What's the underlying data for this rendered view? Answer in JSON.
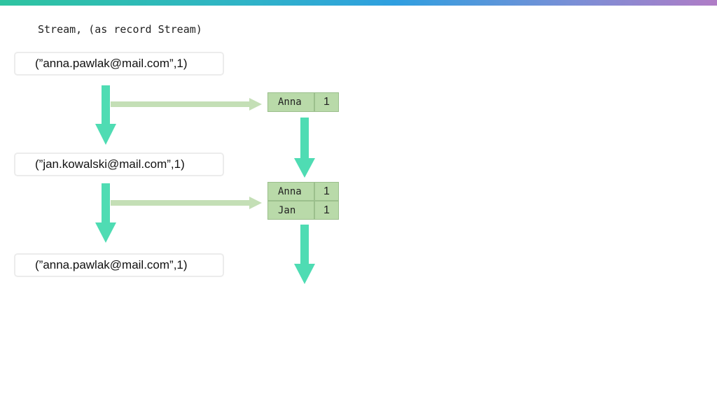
{
  "heading": "Stream, (as record Stream)",
  "records": [
    "(”anna.pawlak@mail.com”,1)",
    "(”jan.kowalski@mail.com”,1)",
    "(”anna.pawlak@mail.com”,1)"
  ],
  "tables": [
    {
      "rows": [
        {
          "key": "Anna",
          "value": "1"
        }
      ]
    },
    {
      "rows": [
        {
          "key": "Anna",
          "value": "1"
        },
        {
          "key": "Jan",
          "value": "1"
        }
      ]
    }
  ],
  "colors": {
    "flow_arrow": "#4fdcb3",
    "feed_arrow": "#c4dfb6",
    "table_cell": "#b9daa9"
  }
}
